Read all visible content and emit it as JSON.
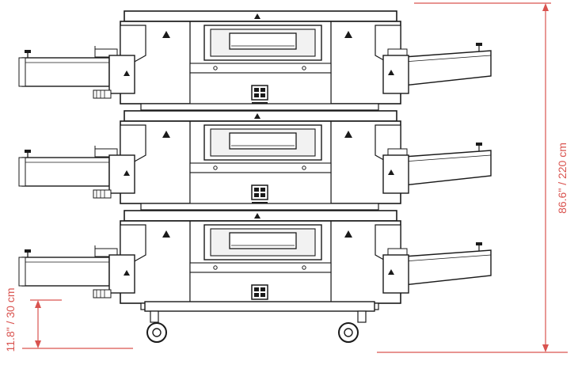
{
  "diagram": {
    "subject": "Stacked conveyor oven (3 units) on stand with casters",
    "dimension_total": {
      "label": "86.6\" / 220 cm"
    },
    "dimension_base": {
      "label": "11.8\" / 30 cm"
    },
    "colors": {
      "dimension_line": "#d9534f",
      "outline": "#1a1a1a",
      "shade": "#f2f2f2",
      "background": "#ffffff"
    },
    "icons": [
      "warning-icon",
      "control-panel-icon",
      "caster-wheel-icon"
    ]
  }
}
